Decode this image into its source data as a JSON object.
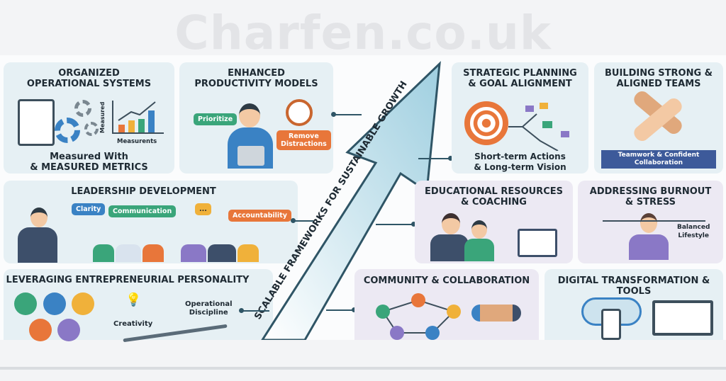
{
  "watermark": "Charfen.co.uk",
  "arrow": {
    "label": "SCALABLE FRAMEWORKS FOR SUSTAINABLE GROWTH"
  },
  "panels": {
    "organized": {
      "title_1": "ORGANIZED",
      "title_2": "OPERATIONAL SYSTEMS",
      "chart_ylabel": "Measured",
      "chart_xlabel": "Measurents",
      "caption_1": "Measured With",
      "caption_2": "& MEASURED METRICS"
    },
    "productivity": {
      "title_1": "ENHANCED",
      "title_2": "PRODUCTIVITY MODELS",
      "bubble_1": "Prioritize",
      "bubble_2_1": "Remove",
      "bubble_2_2": "Distractions"
    },
    "leadership": {
      "title": "LEADERSHIP DEVELOPMENT",
      "bubbles": [
        "Clarity",
        "Communication",
        "...",
        "Accountability"
      ]
    },
    "entrepreneurial": {
      "title": "LEVERAGING ENTREPRENEURIAL PERSONALITY",
      "creativity": "Creativity",
      "discipline_1": "Operational",
      "discipline_2": "Discipline"
    },
    "strategic": {
      "title_1": "STRATEGIC PLANNING",
      "title_2": "& GOAL ALIGNMENT",
      "caption_1": "Short-term Actions",
      "caption_2": "& Long-term Vision"
    },
    "teams": {
      "title_1": "BUILDING STRONG &",
      "title_2": "ALIGNED TEAMS",
      "banner_1": "Teamwork & Confident",
      "banner_2": "Collaboration"
    },
    "education": {
      "title_1": "EDUCATIONAL RESOURCES",
      "title_2": "& COACHING"
    },
    "burnout": {
      "title_1": "ADDRESSING BURNOUT",
      "title_2": "& STRESS",
      "label_1": "Balanced",
      "label_2": "Lifestyle"
    },
    "community": {
      "title": "COMMUNITY & COLLABORATION"
    },
    "digital": {
      "title": "DIGITAL TRANSFORMATION & TOOLS"
    }
  },
  "colors": {
    "green": "#3aa57a",
    "blue": "#3a82c4",
    "orange": "#e8763a",
    "purple": "#8a78c6",
    "yellow": "#f0b13a",
    "navy": "#2f5566"
  }
}
